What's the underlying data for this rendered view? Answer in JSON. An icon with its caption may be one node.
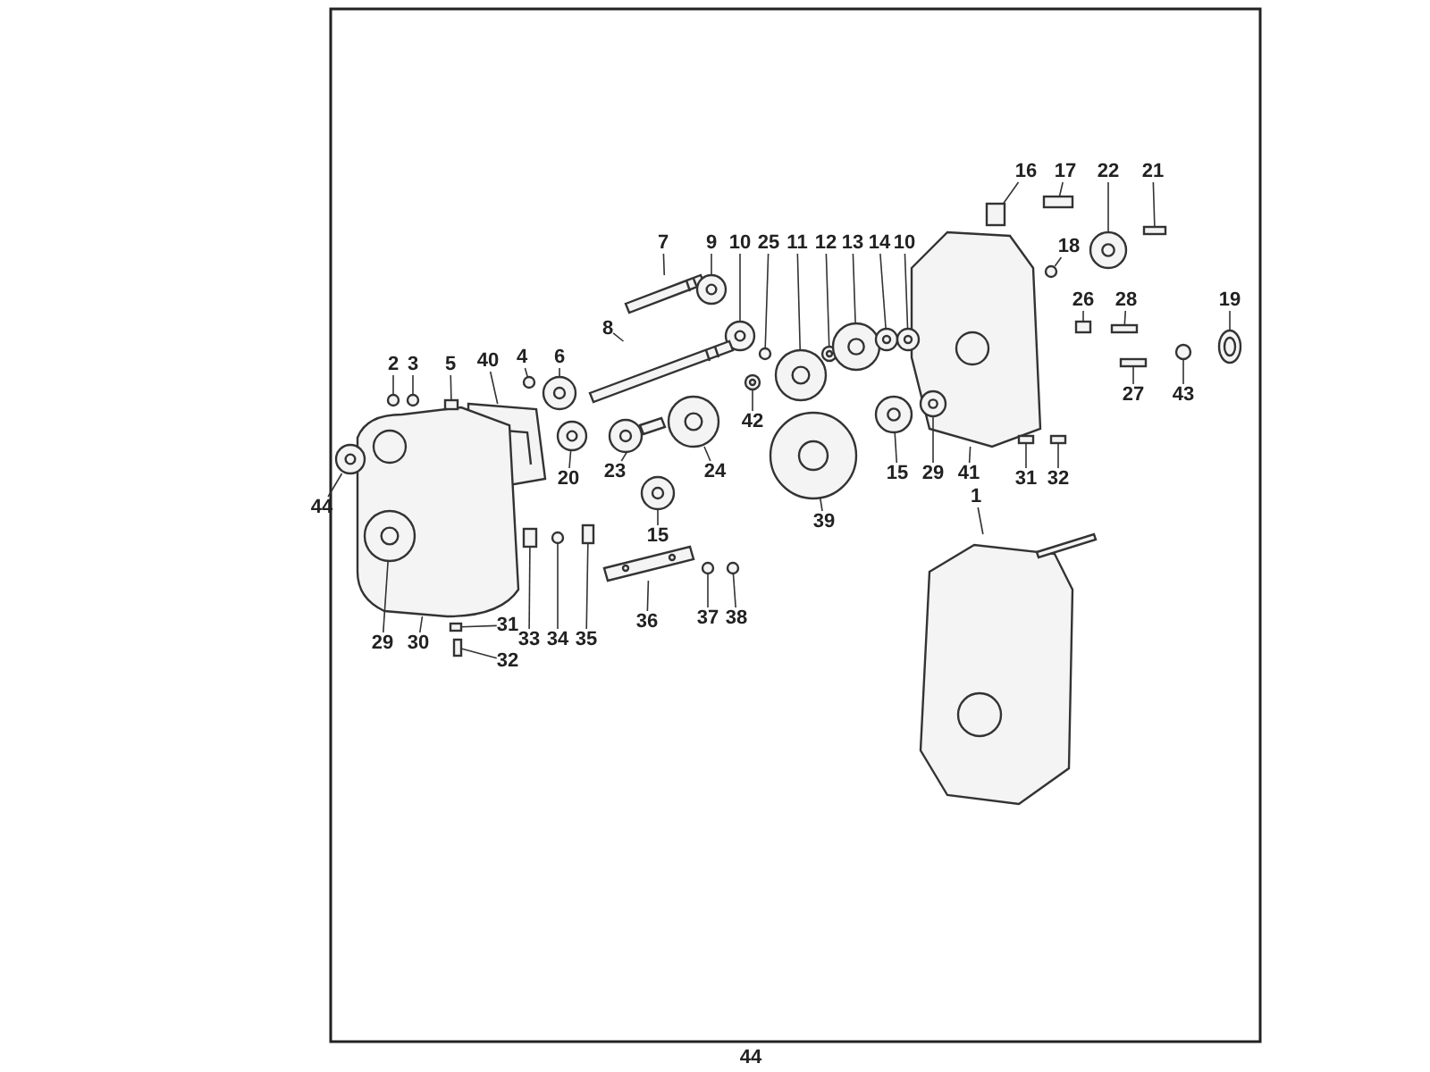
{
  "diagram": {
    "nodes": [
      {
        "text": [
          "7"
        ]
      },
      {
        "text": [
          "9"
        ]
      },
      {
        "text": [
          "10"
        ]
      },
      {
        "text": [
          "25"
        ]
      },
      {
        "text": [
          "11"
        ]
      },
      {
        "text": [
          "12"
        ]
      },
      {
        "text": [
          "13"
        ]
      },
      {
        "text": [
          "14"
        ]
      },
      {
        "text": [
          "10"
        ]
      },
      {
        "text": [
          "16"
        ]
      },
      {
        "text": [
          "17"
        ]
      },
      {
        "text": [
          "22"
        ]
      },
      {
        "text": [
          "21"
        ]
      },
      {
        "text": [
          "18"
        ]
      },
      {
        "text": [
          "2"
        ]
      },
      {
        "text": [
          "3"
        ]
      },
      {
        "text": [
          "5"
        ]
      },
      {
        "text": [
          "40"
        ]
      },
      {
        "text": [
          "4"
        ]
      },
      {
        "text": [
          "6"
        ]
      },
      {
        "text": [
          "8"
        ]
      },
      {
        "text": [
          "26"
        ]
      },
      {
        "text": [
          "28"
        ]
      },
      {
        "text": [
          "19"
        ]
      },
      {
        "text": [
          "27"
        ]
      },
      {
        "text": [
          "42"
        ]
      },
      {
        "text": [
          "31"
        ]
      },
      {
        "text": [
          "32"
        ]
      },
      {
        "text": [
          "43"
        ]
      },
      {
        "text": [
          "20"
        ]
      },
      {
        "text": [
          "23"
        ]
      },
      {
        "text": [
          "24"
        ]
      },
      {
        "text": [
          "15"
        ]
      },
      {
        "text": [
          "29"
        ]
      },
      {
        "text": [
          "41"
        ]
      },
      {
        "text": [
          "44"
        ]
      },
      {
        "text": [
          "15"
        ]
      },
      {
        "text": [
          "39"
        ]
      },
      {
        "text": [
          "1"
        ]
      },
      {
        "text": [
          "33"
        ]
      },
      {
        "text": [
          "34"
        ]
      },
      {
        "text": [
          "35"
        ]
      },
      {
        "text": [
          "36"
        ]
      },
      {
        "text": [
          "31"
        ]
      },
      {
        "text": [
          "37"
        ]
      },
      {
        "text": [
          "38"
        ]
      },
      {
        "text": [
          "29"
        ]
      },
      {
        "text": [
          "30"
        ]
      },
      {
        "text": [
          "32"
        ]
      },
      {
        "text": [],
        "shape": "picture"
      },
      {
        "text": [],
        "shape": "picture"
      },
      {
        "text": [],
        "shape": "picture"
      },
      {
        "text": [],
        "shape": "circle"
      },
      {
        "text": [],
        "shape": "picture"
      },
      {
        "text": [],
        "shape": "picture"
      },
      {
        "text": [],
        "shape": "picture"
      },
      {
        "text": [],
        "shape": "picture"
      },
      {
        "text": [],
        "shape": "picture"
      },
      {
        "text": [],
        "shape": "box"
      },
      {
        "text": [],
        "shape": "box"
      },
      {
        "text": [],
        "shape": "picture"
      },
      {
        "text": [],
        "shape": "box"
      },
      {
        "text": [],
        "shape": "circle"
      },
      {
        "text": [],
        "shape": "circle"
      },
      {
        "text": [],
        "shape": "circle"
      },
      {
        "text": [],
        "shape": "box"
      },
      {
        "text": [],
        "shape": "picture"
      },
      {
        "text": [],
        "shape": "circle"
      },
      {
        "text": [],
        "shape": "picture"
      },
      {
        "text": [],
        "shape": "picture"
      },
      {
        "text": [],
        "shape": "box"
      },
      {
        "text": [],
        "shape": "box"
      },
      {
        "text": [],
        "shape": "picture"
      },
      {
        "text": [],
        "shape": "box"
      },
      {
        "text": [],
        "shape": "picture"
      },
      {
        "text": [],
        "shape": "box"
      },
      {
        "text": [],
        "shape": "box"
      },
      {
        "text": [],
        "shape": "circle"
      },
      {
        "text": [],
        "shape": "picture"
      },
      {
        "text": [],
        "shape": "picture"
      },
      {
        "text": [],
        "shape": "picture"
      },
      {
        "text": [],
        "shape": "picture"
      },
      {
        "text": [],
        "shape": "picture",
        "in": 83
      },
      {
        "text": [],
        "shape": "picture"
      },
      {
        "text": [],
        "shape": "picture"
      },
      {
        "text": [],
        "shape": "picture"
      },
      {
        "text": [],
        "shape": "picture"
      },
      {
        "text": [],
        "shape": "picture"
      },
      {
        "text": [],
        "shape": "box"
      },
      {
        "text": [],
        "shape": "circle"
      },
      {
        "text": [],
        "shape": "box"
      },
      {
        "text": [],
        "shape": "picture"
      },
      {
        "text": [],
        "shape": "box"
      },
      {
        "text": [],
        "shape": "circle"
      },
      {
        "text": [],
        "shape": "circle"
      },
      {
        "text": [],
        "shape": "picture",
        "in": 96
      },
      {
        "text": [],
        "shape": "picture"
      },
      {
        "text": [],
        "shape": "box"
      }
    ],
    "edges": [
      {
        "from": 0,
        "to": 49,
        "arrow": "none"
      },
      {
        "from": 1,
        "to": 50,
        "arrow": "none"
      },
      {
        "from": 2,
        "to": 51,
        "arrow": "none"
      },
      {
        "from": 3,
        "to": 52,
        "arrow": "none"
      },
      {
        "from": 4,
        "to": 53,
        "arrow": "none"
      },
      {
        "from": 5,
        "to": 54,
        "arrow": "none"
      },
      {
        "from": 6,
        "to": 55,
        "arrow": "none"
      },
      {
        "from": 7,
        "to": 56,
        "arrow": "none"
      },
      {
        "from": 8,
        "to": 57,
        "arrow": "none"
      },
      {
        "from": 9,
        "to": 58,
        "arrow": "none"
      },
      {
        "from": 10,
        "to": 59,
        "arrow": "none"
      },
      {
        "from": 11,
        "to": 60,
        "arrow": "none"
      },
      {
        "from": 12,
        "to": 61,
        "arrow": "none"
      },
      {
        "from": 13,
        "to": 62,
        "arrow": "none"
      },
      {
        "from": 14,
        "to": 63,
        "arrow": "none"
      },
      {
        "from": 15,
        "to": 64,
        "arrow": "none"
      },
      {
        "from": 16,
        "to": 65,
        "arrow": "none"
      },
      {
        "from": 17,
        "to": 66,
        "arrow": "none"
      },
      {
        "from": 18,
        "to": 67,
        "arrow": "none"
      },
      {
        "from": 19,
        "to": 68,
        "arrow": "none"
      },
      {
        "from": 20,
        "to": 69,
        "arrow": "none"
      },
      {
        "from": 21,
        "to": 70,
        "arrow": "none"
      },
      {
        "from": 22,
        "to": 71,
        "arrow": "none"
      },
      {
        "from": 23,
        "to": 72,
        "arrow": "none"
      },
      {
        "from": 24,
        "to": 73,
        "arrow": "none"
      },
      {
        "from": 25,
        "to": 74,
        "arrow": "none"
      },
      {
        "from": 26,
        "to": 75,
        "arrow": "none"
      },
      {
        "from": 27,
        "to": 76,
        "arrow": "none"
      },
      {
        "from": 28,
        "to": 77,
        "arrow": "none"
      },
      {
        "from": 29,
        "to": 78,
        "arrow": "none"
      },
      {
        "from": 30,
        "to": 79,
        "arrow": "none"
      },
      {
        "from": 31,
        "to": 80,
        "arrow": "none"
      },
      {
        "from": 32,
        "to": 81,
        "arrow": "none"
      },
      {
        "from": 33,
        "to": 82,
        "arrow": "none"
      },
      {
        "from": 34,
        "to": 83,
        "arrow": "none"
      },
      {
        "from": 35,
        "to": 84,
        "arrow": "none"
      },
      {
        "from": 36,
        "to": 85,
        "arrow": "none"
      },
      {
        "from": 37,
        "to": 86,
        "arrow": "none"
      },
      {
        "from": 38,
        "to": 87,
        "arrow": "none"
      },
      {
        "from": 39,
        "to": 88,
        "arrow": "none"
      },
      {
        "from": 40,
        "to": 89,
        "arrow": "none"
      },
      {
        "from": 41,
        "to": 90,
        "arrow": "none"
      },
      {
        "from": 42,
        "to": 91,
        "arrow": "none"
      },
      {
        "from": 43,
        "to": 92,
        "arrow": "none"
      },
      {
        "from": 44,
        "to": 93,
        "arrow": "none"
      },
      {
        "from": 45,
        "to": 94,
        "arrow": "none"
      },
      {
        "from": 46,
        "to": 95,
        "arrow": "none"
      },
      {
        "from": 47,
        "to": 96,
        "arrow": "none"
      },
      {
        "from": 48,
        "to": 97,
        "arrow": "none"
      }
    ],
    "labels": [
      "44"
    ]
  }
}
